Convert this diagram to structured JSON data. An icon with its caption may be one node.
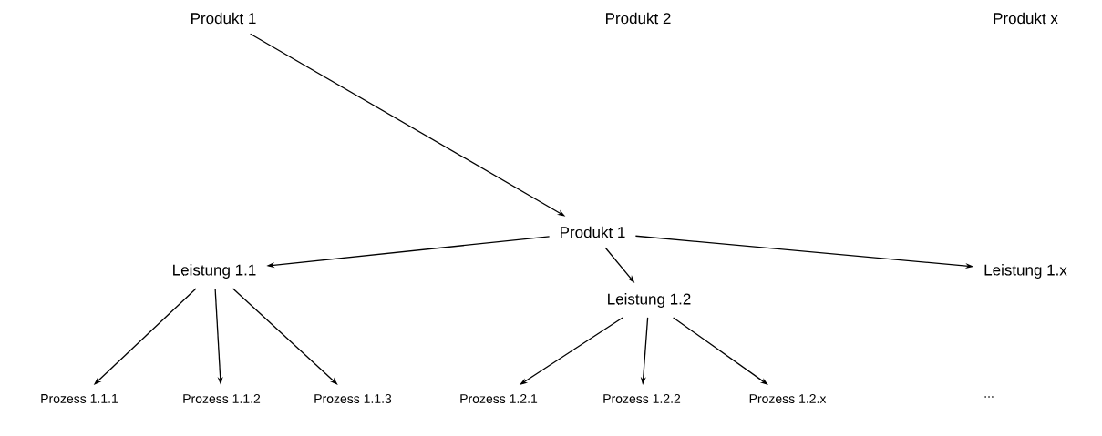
{
  "diagram": {
    "nodes": [
      {
        "text": [
          "Produkt 1"
        ]
      },
      {
        "text": [
          "Produkt 2"
        ]
      },
      {
        "text": [
          "Produkt x"
        ]
      },
      {
        "text": [
          "Produkt 1"
        ]
      },
      {
        "text": [
          "Leistung 1.1"
        ]
      },
      {
        "text": [
          "Leistung 1.x"
        ]
      },
      {
        "text": [
          "Leistung 1.2"
        ]
      },
      {
        "text": [
          "Prozess 1.1.1"
        ]
      },
      {
        "text": [
          "Prozess 1.1.2"
        ]
      },
      {
        "text": [
          "Prozess 1.1.3"
        ]
      },
      {
        "text": [
          "Prozess 1.2.1"
        ]
      },
      {
        "text": [
          "Prozess 1.2.2"
        ]
      },
      {
        "text": [
          "Prozess 1.2.x"
        ]
      }
    ],
    "edges": [
      {
        "from": 0,
        "to": 3,
        "arrow": "to"
      },
      {
        "from": 3,
        "to": 4,
        "arrow": "to"
      },
      {
        "from": 3,
        "to": 6,
        "arrow": "to"
      },
      {
        "from": 3,
        "to": 5,
        "arrow": "to"
      },
      {
        "from": 4,
        "to": 7,
        "arrow": "to"
      },
      {
        "from": 4,
        "to": 8,
        "arrow": "to"
      },
      {
        "from": 4,
        "to": 9,
        "arrow": "to"
      },
      {
        "from": 6,
        "to": 10,
        "arrow": "to"
      },
      {
        "from": 6,
        "to": 11,
        "arrow": "to"
      },
      {
        "from": 6,
        "to": 12,
        "arrow": "to"
      }
    ],
    "labels": [
      "..."
    ]
  }
}
